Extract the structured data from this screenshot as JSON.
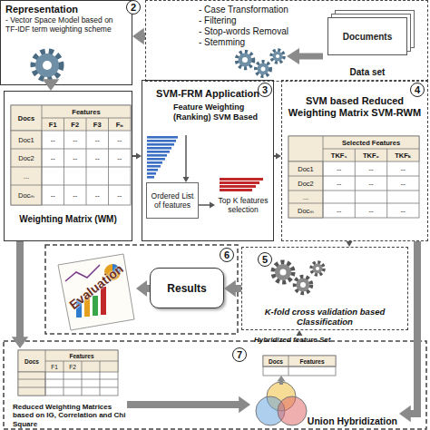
{
  "diagram": {
    "nodes": [
      {
        "text": [
          "Representation",
          "- Vector Space Model based on TF-IDF term weighting scheme"
        ]
      },
      {
        "text": [
          "- Case Transformation",
          "- Filtering",
          "- Stop-words Removal",
          "- Stemming"
        ]
      },
      {
        "text": [
          "Documents",
          "Data set"
        ],
        "in": 1
      },
      {
        "text": [
          "Weighting Matrix (WM)"
        ]
      },
      {
        "text": [
          "SVM-FRM Application"
        ]
      },
      {
        "text": [
          "Feature Weighting (Ranking) SVM Based"
        ],
        "in": 4
      },
      {
        "text": [
          "Ordered List of features"
        ],
        "in": 4
      },
      {
        "text": [
          "Top K features selection"
        ],
        "in": 4
      },
      {
        "text": [
          "SVM based Reduced Weighting Matrix SVM-RWM"
        ]
      },
      {
        "text": [
          "K-fold cross validation based Classification"
        ]
      },
      {
        "text": [
          "Results"
        ]
      },
      {
        "text": [
          "Reduced Weighting Matrices based on IG, Correlation and Chi Square"
        ]
      },
      {
        "text": [
          "Hybridized feature Set"
        ]
      },
      {
        "text": [
          "Union Hybridization"
        ]
      }
    ],
    "edges": [
      {
        "from": 1,
        "to": 0,
        "arrow": "to"
      },
      {
        "from": 0,
        "to": 3,
        "arrow": "to"
      },
      {
        "from": 3,
        "to": 4,
        "arrow": "to"
      },
      {
        "from": 5,
        "to": 6,
        "arrow": "to"
      },
      {
        "from": 6,
        "to": 7,
        "arrow": "to"
      },
      {
        "from": 4,
        "to": 8,
        "arrow": "to"
      },
      {
        "from": 8,
        "to": 9,
        "arrow": "to"
      },
      {
        "from": 9,
        "to": 10,
        "arrow": "to"
      },
      {
        "from": 3,
        "to": 11,
        "arrow": "to"
      },
      {
        "from": 8,
        "to": 13,
        "arrow": "to"
      },
      {
        "from": 11,
        "to": 13,
        "arrow": "to"
      },
      {
        "from": 13,
        "to": 12,
        "arrow": "to"
      },
      {
        "from": 12,
        "to": 9,
        "arrow": "to"
      }
    ],
    "labels": [
      "2",
      "3",
      "4",
      "5",
      "6",
      "7",
      "Evaluation",
      "Docs",
      "Features",
      "F1",
      "F2",
      "F3",
      "Fₙ",
      "Doc1",
      "--",
      "--",
      "--",
      "--",
      "Doc2",
      "--",
      "--",
      "--",
      "--",
      "...",
      "Docₘ",
      "--",
      "--",
      "--",
      "--",
      "Selected Features",
      "TKF₁",
      "TKF₂",
      "TKFₖ",
      "Doc1",
      "--",
      "--",
      "--",
      "Doc2",
      "--",
      "--",
      "--",
      "...",
      "Docₘ",
      "--",
      "--",
      "--",
      "Docs",
      "Features",
      "F1",
      "F2",
      "Docs",
      "Features"
    ]
  }
}
